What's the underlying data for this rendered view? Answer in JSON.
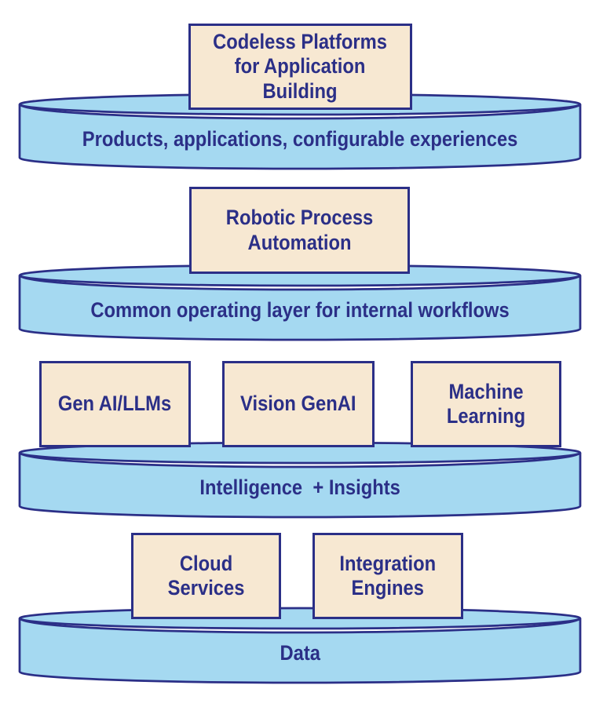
{
  "colors": {
    "box_fill": "#f7e8d2",
    "box_border": "#2b2f87",
    "disk_fill": "#a5d9f1",
    "disk_border": "#2b2f87",
    "text_color": "#2b2f87",
    "bg": "#ffffff"
  },
  "tiers": [
    {
      "name": "applications",
      "boxes": [
        {
          "label": "Codeless Platforms\nfor Application\nBuilding"
        }
      ],
      "disk_label": "Products, applications, configurable experiences"
    },
    {
      "name": "workflows",
      "boxes": [
        {
          "label": "Robotic Process\nAutomation"
        }
      ],
      "disk_label": "Common operating layer for internal workflows"
    },
    {
      "name": "intelligence",
      "boxes": [
        {
          "label": "Gen AI/LLMs"
        },
        {
          "label": "Vision GenAI"
        },
        {
          "label": "Machine\nLearning"
        }
      ],
      "disk_label": "Intelligence  + Insights"
    },
    {
      "name": "data",
      "boxes": [
        {
          "label": "Cloud\nServices"
        },
        {
          "label": "Integration\nEngines"
        }
      ],
      "disk_label": "Data"
    }
  ]
}
